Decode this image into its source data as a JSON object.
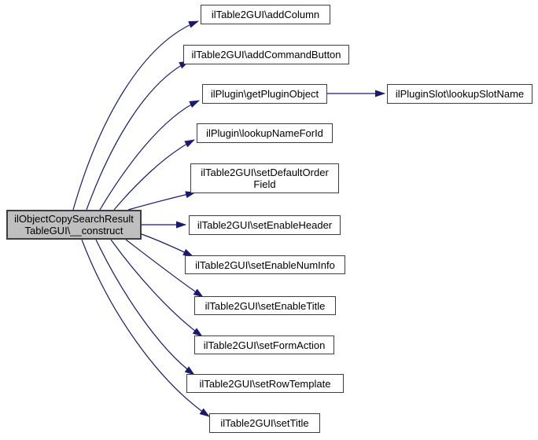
{
  "graph": {
    "type": "call-graph",
    "root": {
      "label_line1": "ilObjectCopySearchResult",
      "label_line2": "TableGUI\\__construct"
    },
    "callees": [
      {
        "label": "ilTable2GUI\\addColumn"
      },
      {
        "label": "ilTable2GUI\\addCommandButton"
      },
      {
        "label": "ilPlugin\\getPluginObject"
      },
      {
        "label": "ilPlugin\\lookupNameForId"
      },
      {
        "label_line1": "ilTable2GUI\\setDefaultOrder",
        "label_line2": "Field"
      },
      {
        "label": "ilTable2GUI\\setEnableHeader"
      },
      {
        "label": "ilTable2GUI\\setEnableNumInfo"
      },
      {
        "label": "ilTable2GUI\\setEnableTitle"
      },
      {
        "label": "ilTable2GUI\\setFormAction"
      },
      {
        "label": "ilTable2GUI\\setRowTemplate"
      },
      {
        "label": "ilTable2GUI\\setTitle"
      }
    ],
    "secondary_callee": {
      "label": "ilPluginSlot\\lookupSlotName"
    },
    "edges_meaning": "root calls each callee; ilPlugin\\getPluginObject calls ilPluginSlot\\lookupSlotName",
    "colors": {
      "edge": "#191970",
      "node_border": "#3d3d3d",
      "node_fill": "#ffffff",
      "root_fill": "#bfbfbf",
      "text": "#000000",
      "background": "#ffffff"
    }
  }
}
